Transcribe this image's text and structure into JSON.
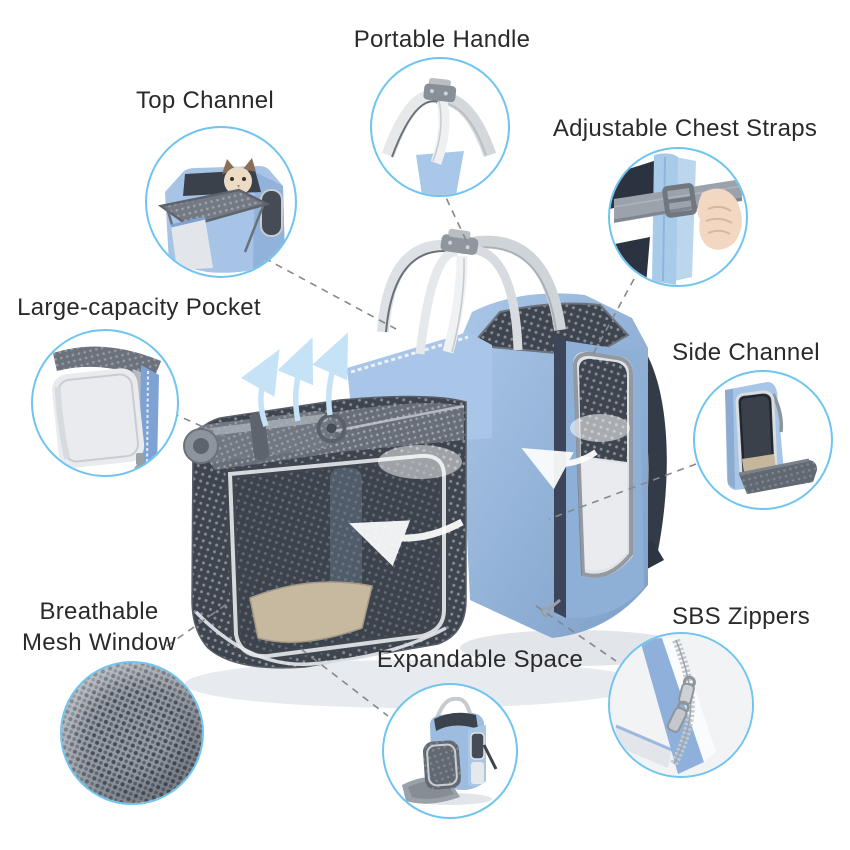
{
  "figure": {
    "type": "pet-carrier-backpack-feature-diagram",
    "background": "#ffffff"
  },
  "callouts": [
    {
      "id": "portable-handle",
      "label": "Portable Handle",
      "image": "handle-closeup"
    },
    {
      "id": "top-channel",
      "label": "Top Channel",
      "image": "cat-peeking-from-top-channel"
    },
    {
      "id": "adjustable-chest-straps",
      "label": "Adjustable Chest Straps",
      "image": "hand-adjusting-strap-buckle"
    },
    {
      "id": "large-capacity-pocket",
      "label": "Large-capacity Pocket",
      "image": "front-pocket-closeup"
    },
    {
      "id": "side-channel",
      "label": "Side Channel",
      "image": "side-opening-with-flap"
    },
    {
      "id": "breathable-mesh-window",
      "label": "Breathable Mesh Window",
      "label_lines": [
        "Breathable",
        "Mesh Window"
      ],
      "image": "mesh-fabric-texture"
    },
    {
      "id": "sbs-zippers",
      "label": "SBS Zippers",
      "image": "double-zipper-pulls"
    },
    {
      "id": "expandable-space",
      "label": "Expandable Space",
      "image": "backpack-fully-expanded"
    }
  ],
  "colors": {
    "callout_ring": "#6fc4f0",
    "connector_line": "#85898e",
    "label_text": "#2a2a2a",
    "bag_blue_light": "#aac7e8",
    "bag_blue": "#9cbade",
    "bag_blue_dark": "#7e9fc8",
    "trim_navy": "#3a4254",
    "mesh_dark": "#3f454f",
    "mesh_mid": "#6b727b",
    "mesh_light": "#959ca4",
    "handle_gray": "#d6dade",
    "mat_beige": "#c7b9a0",
    "airflow_arrow": "#c5e2f6",
    "metal_gray": "#c9ccd0",
    "skin_tone": "#f2d7c2"
  }
}
